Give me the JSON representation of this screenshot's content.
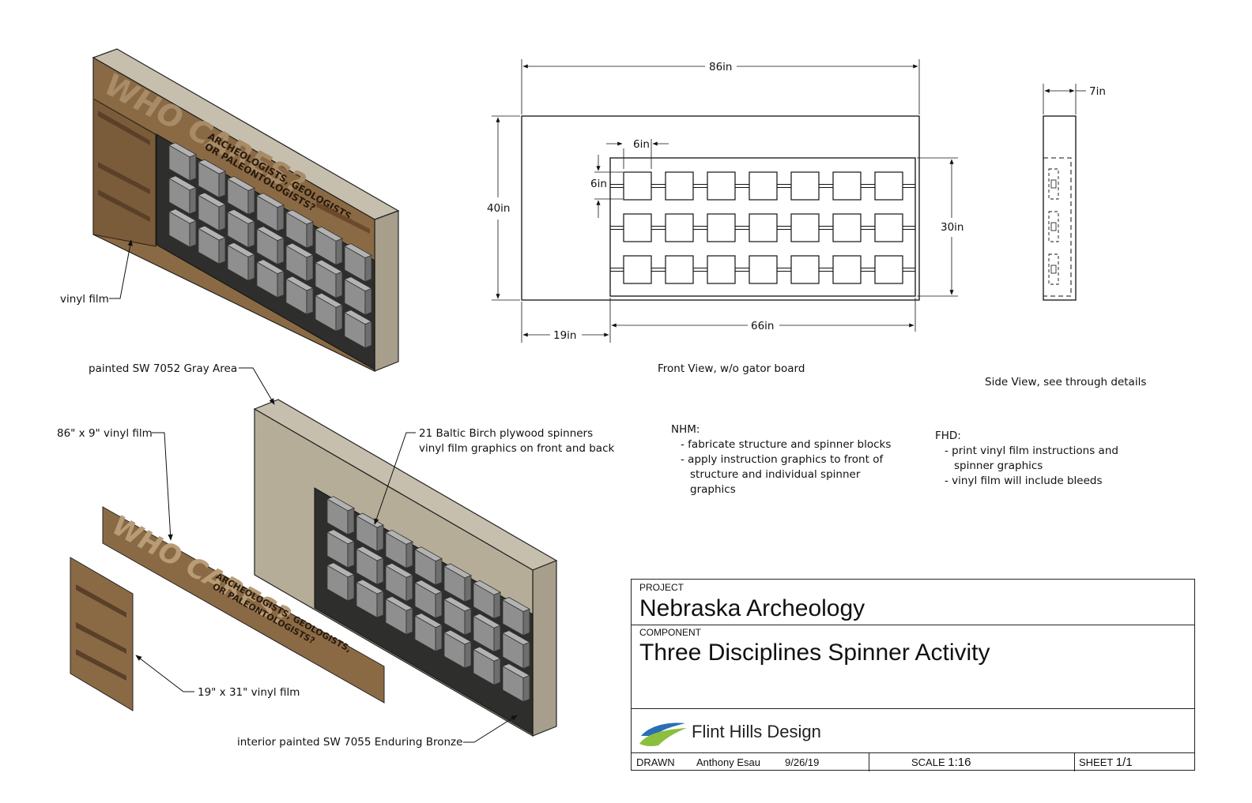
{
  "graphic": {
    "banner_title": "WHO CARES?",
    "banner_subtitle_1": "ARCHEOLOGISTS, GEOLOGISTS,",
    "banner_subtitle_2": "OR PALEONTOLOGISTS?"
  },
  "callouts": {
    "vinyl_film": "vinyl film",
    "painted_gray": "painted SW 7052 Gray Area",
    "vinyl_86x9": "86\" x 9\" vinyl film",
    "spinners_line1": "21 Baltic Birch plywood spinners",
    "spinners_line2": "vinyl film graphics on front and back",
    "vinyl_19x31": "19\" x 31\" vinyl film",
    "interior_bronze": "interior painted SW 7055 Enduring Bronze"
  },
  "front_view": {
    "caption": "Front View, w/o gator board",
    "dim_width": "86in",
    "dim_height": "40in",
    "dim_spinner_w": "6in",
    "dim_spinner_h": "6in",
    "dim_inner_h": "30in",
    "dim_left_offset": "19in",
    "dim_inner_w": "66in",
    "spinner_rows": 3,
    "spinner_cols": 7
  },
  "side_view": {
    "caption": "Side View, see through details",
    "dim_depth": "7in"
  },
  "notes": {
    "nhm": {
      "heading": "NHM:",
      "items": [
        "fabricate structure and spinner blocks",
        "apply instruction graphics to front of structure and individual spinner graphics"
      ]
    },
    "fhd": {
      "heading": "FHD:",
      "items": [
        "print vinyl film instructions and spinner graphics",
        "vinyl film will include bleeds"
      ]
    }
  },
  "title_block": {
    "project_label": "PROJECT",
    "project": "Nebraska Archeology",
    "component_label": "COMPONENT",
    "component": "Three Disciplines Spinner Activity",
    "firm": "Flint Hills Design",
    "drawn_label": "DRAWN",
    "drawn_by": "Anthony Esau",
    "date": "9/26/19",
    "scale_label": "SCALE",
    "scale": "1:16",
    "sheet_label": "SHEET",
    "sheet": "1/1"
  },
  "colors": {
    "wood": "#8a6a45",
    "wood_dark": "#6f5234",
    "box_top": "#c7bfae",
    "box_side": "#a79e8b",
    "box_front": "#b6ad98",
    "cavity": "#2e2e2c",
    "spinner": "#8f8f8f",
    "logo_blue": "#2a6fb4",
    "logo_green": "#8cbf3f"
  }
}
